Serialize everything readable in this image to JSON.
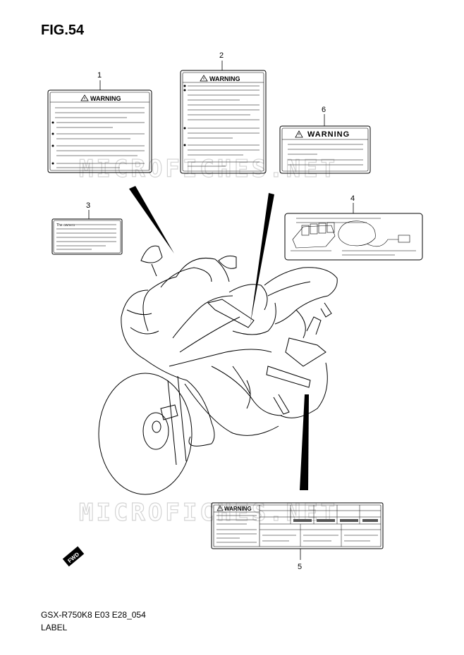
{
  "figure": {
    "title": "FIG.54",
    "model_code": "GSX-R750K8 E03 E28_054",
    "section": "LABEL"
  },
  "watermark": {
    "text": "MICROFICHES.NET"
  },
  "labels": [
    {
      "callout": "1",
      "heading": "WARNING"
    },
    {
      "callout": "2",
      "heading": "WARNING"
    },
    {
      "callout": "3",
      "heading": "The owners"
    },
    {
      "callout": "4"
    },
    {
      "callout": "5",
      "heading": "WARNING"
    },
    {
      "callout": "6",
      "heading": "WARNING"
    }
  ],
  "direction_badge": {
    "text": "FWD"
  }
}
